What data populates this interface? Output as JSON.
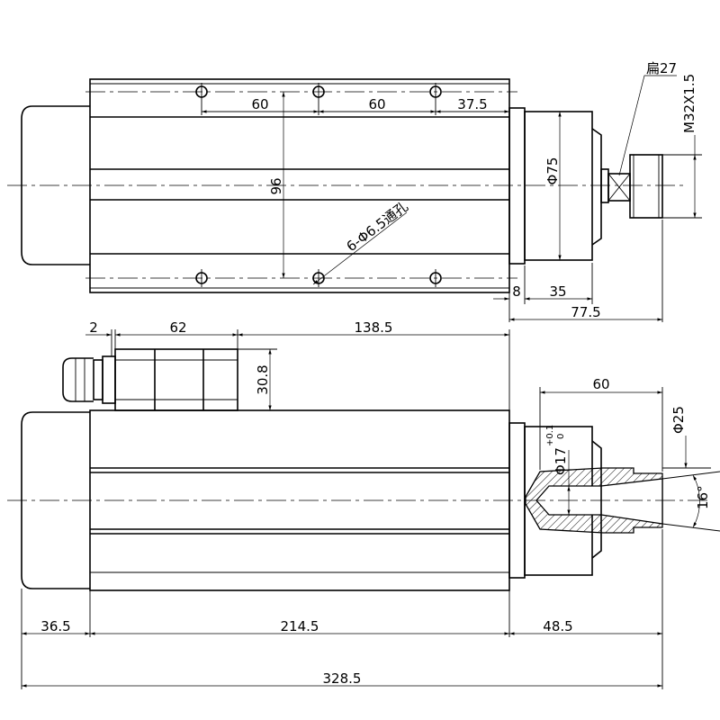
{
  "labels": {
    "d60_a": "60",
    "d60_b": "60",
    "d37_5": "37.5",
    "d96": "96",
    "holes": "6-Φ6.5通孔",
    "phi75": "Φ75",
    "flat27": "扁27",
    "m32": "M32X1.5",
    "d8": "8",
    "d35": "35",
    "d77_5": "77.5",
    "d2": "2",
    "d62": "62",
    "d138_5": "138.5",
    "d30_8": "30.8",
    "d60_c": "60",
    "phi25": "Φ25",
    "phi17": "Φ17",
    "tol_up": "+0.1",
    "tol_lo": "0",
    "ang16": "16°",
    "d36_5": "36.5",
    "d214_5": "214.5",
    "d48_5": "48.5",
    "d328_5": "328.5"
  }
}
